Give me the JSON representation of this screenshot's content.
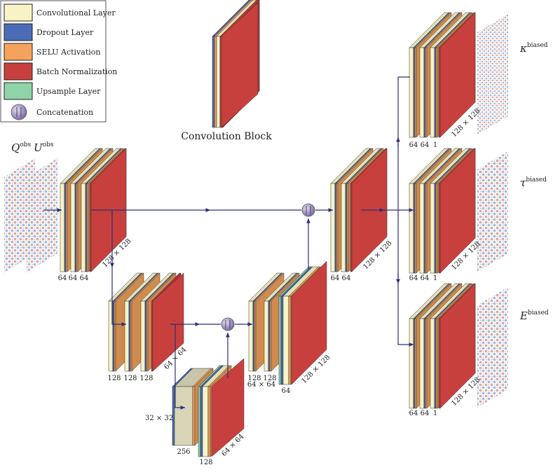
{
  "legend": {
    "items": [
      {
        "label": "Convolutional Layer",
        "color": "#f7f3c6"
      },
      {
        "label": "Dropout Layer",
        "color": "#4a6bb5"
      },
      {
        "label": "SELU Activation",
        "color": "#f5a35c"
      },
      {
        "label": "Batch Normalization",
        "color": "#c8403d"
      },
      {
        "label": "Upsample Layer",
        "color": "#8fd3a8"
      },
      {
        "label": "Concatenation",
        "color": "#9a86c4"
      }
    ]
  },
  "block_title": "Convolution Block",
  "inputs": {
    "q_base": "Q",
    "q_sup": "obs",
    "u_base": "U",
    "u_sup": "obs"
  },
  "outputs": [
    {
      "base": "κ",
      "sup": "biased"
    },
    {
      "base": "τ",
      "sup": "biased"
    },
    {
      "base": "E",
      "sup": "biased"
    }
  ],
  "labels": {
    "enc1": [
      "64",
      "64",
      "64"
    ],
    "enc1_size": "128 × 128",
    "enc2": [
      "128",
      "128",
      "128"
    ],
    "enc2_size": "64 × 64",
    "bott_channels": "256",
    "bott_size": "32 × 32",
    "up1_channels": "128",
    "up1_size": "64 × 64",
    "dec2": [
      "128",
      "128"
    ],
    "dec2_size": "64 × 64",
    "dec2_up_channels": "64",
    "dec2_up_size": "128 × 128",
    "dec1": [
      "64",
      "64"
    ],
    "dec1_size": "128 × 128",
    "head": [
      "64",
      "64",
      "1"
    ],
    "head_size": "128 × 128"
  },
  "colors": {
    "conv": "#f7f3c6",
    "dropout": "#4a6bb5",
    "selu": "#f5a35c",
    "bn": "#c8403d",
    "upsample": "#8fd3a8",
    "concat": "#9a86c4",
    "arrow": "#2b2f7a"
  }
}
